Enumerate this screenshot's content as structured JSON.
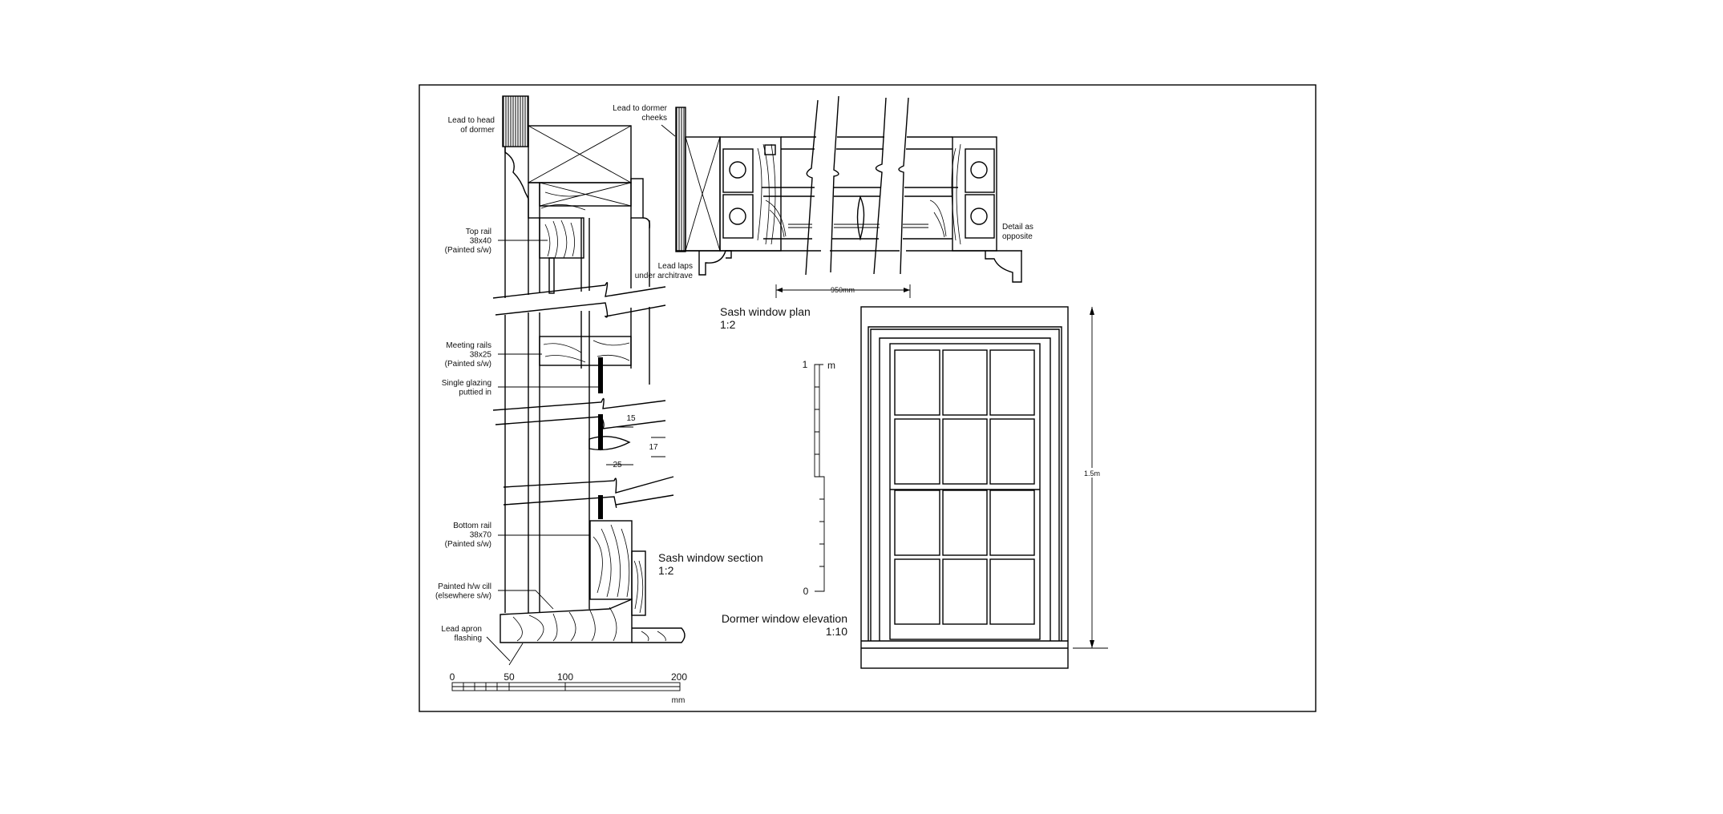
{
  "section": {
    "title": "Sash window section",
    "scale": "1:2",
    "labels": {
      "lead_head": [
        "Lead to head",
        "of dormer"
      ],
      "top_rail": [
        "Top rail",
        "38x40",
        "(Painted s/w)"
      ],
      "meeting_rails": [
        "Meeting rails",
        "38x25",
        "(Painted s/w)"
      ],
      "glazing": [
        "Single glazing",
        "puttied in"
      ],
      "bottom_rail": [
        "Bottom rail",
        "38x70",
        "(Painted s/w)"
      ],
      "cill": [
        "Painted h/w cill",
        "(elsewhere s/w)"
      ],
      "apron": [
        "Lead apron",
        "flashing"
      ]
    },
    "dims": {
      "a": "15",
      "b": "17",
      "c": "25"
    },
    "scale_bar": {
      "ticks": [
        "0",
        "50",
        "100",
        "200"
      ],
      "unit": "mm"
    }
  },
  "plan": {
    "title": "Sash window plan",
    "scale": "1:2",
    "labels": {
      "lead_cheeks": [
        "Lead to dormer",
        "cheeks"
      ],
      "lead_laps": [
        "Lead laps",
        "under architrave"
      ],
      "detail": [
        "Detail as",
        "opposite"
      ]
    },
    "width_dim": "950mm"
  },
  "elevation": {
    "title": "Dormer window elevation",
    "scale": "1:10",
    "height_dim": "1.5m",
    "panes": {
      "columns": 3,
      "rows_per_sash": 2,
      "sashes": 2
    },
    "scale_bar": {
      "top": "1",
      "bottom": "0",
      "unit": "m"
    }
  }
}
